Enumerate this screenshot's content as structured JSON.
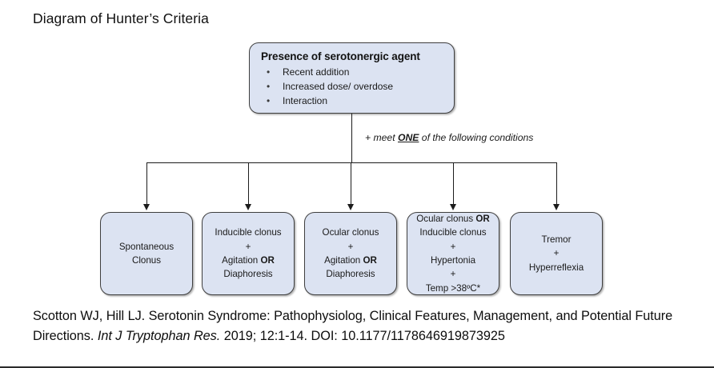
{
  "page_title": "Diagram of Hunter’s Criteria",
  "top_node": {
    "title": "Presence of serotonergic agent",
    "bullet_glyph": "•",
    "items": [
      "Recent addition",
      "Increased dose/ overdose",
      "Interaction"
    ]
  },
  "mid_note": {
    "prefix": "+ meet ",
    "emphasis": "ONE",
    "suffix": " of the following conditions"
  },
  "leaves": [
    {
      "name": "spontaneous-clonus",
      "lines": [
        {
          "text": "Spontaneous",
          "bold": false
        },
        {
          "text": "Clonus",
          "bold": false
        }
      ]
    },
    {
      "name": "inducible-clonus-agitation-diaphoresis",
      "lines": [
        {
          "text": "Inducible clonus",
          "bold": false
        },
        {
          "text": "+",
          "bold": false
        },
        {
          "text": "Agitation ",
          "bold": false,
          "bold_tail": "OR"
        },
        {
          "text": "Diaphoresis",
          "bold": false
        }
      ]
    },
    {
      "name": "ocular-clonus-agitation-diaphoresis",
      "lines": [
        {
          "text": "Ocular clonus",
          "bold": false
        },
        {
          "text": "+",
          "bold": false
        },
        {
          "text": "Agitation ",
          "bold": false,
          "bold_tail": "OR"
        },
        {
          "text": "Diaphoresis",
          "bold": false
        }
      ]
    },
    {
      "name": "ocular-or-inducible-hypertonia-temp",
      "lines": [
        {
          "text": "Ocular clonus ",
          "bold": false,
          "bold_tail": "OR"
        },
        {
          "text": "Inducible clonus",
          "bold": false
        },
        {
          "text": "+",
          "bold": false
        },
        {
          "text": "Hypertonia",
          "bold": false
        },
        {
          "text": "+",
          "bold": false
        },
        {
          "text": "Temp >38ºC*",
          "bold": false
        }
      ]
    },
    {
      "name": "tremor-hyperreflexia",
      "lines": [
        {
          "text": "Tremor",
          "bold": false
        },
        {
          "text": "+",
          "bold": false
        },
        {
          "text": "Hyperreflexia",
          "bold": false
        }
      ]
    }
  ],
  "citation": {
    "part1": "Scotton WJ, Hill LJ. Serotonin Syndrome: Pathophysiolog, Clinical Features, Management, and Potential Future Directions. ",
    "journal": "Int J Tryptophan Res.",
    "part2": " 2019; 12:1-14. DOI: 10.1177/1178646919873925"
  },
  "colors": {
    "node_fill": "#dce3f2",
    "node_border": "#3f3f3f",
    "connector": "#1c1c1c",
    "background": "#ffffff"
  }
}
